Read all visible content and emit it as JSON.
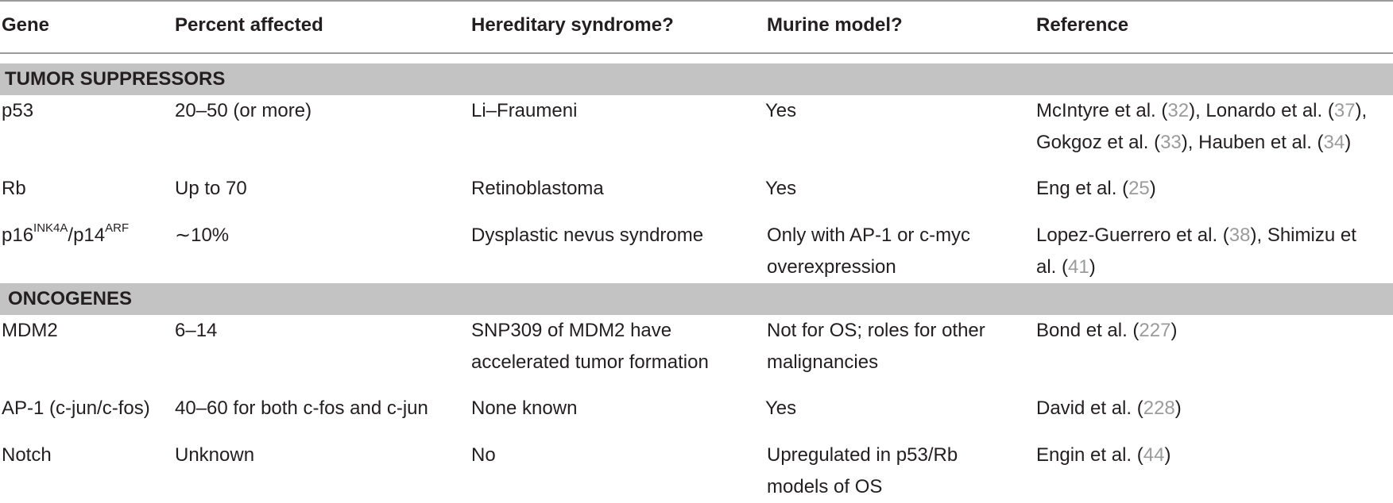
{
  "headers": {
    "gene": "Gene",
    "percent": "Percent affected",
    "hereditary": "Hereditary syndrome?",
    "murine": "Murine model?",
    "reference": "Reference"
  },
  "sections": [
    {
      "label": "TUMOR SUPPRESSORS",
      "rows": [
        {
          "gene": "p53",
          "percent": "20–50 (or more)",
          "hereditary": [
            "Li–Fraumeni"
          ],
          "murine": [
            "Yes"
          ],
          "reference": [
            [
              {
                "t": "McIntyre et al. ("
              },
              {
                "n": "32"
              },
              {
                "t": "), Lonardo et al. ("
              },
              {
                "n": "37"
              },
              {
                "t": "),"
              }
            ],
            [
              {
                "t": "Gokgoz et al. ("
              },
              {
                "n": "33"
              },
              {
                "t": "), Hauben et al. ("
              },
              {
                "n": "34"
              },
              {
                "t": ")"
              }
            ]
          ]
        },
        {
          "gene": "Rb",
          "percent": "Up to 70",
          "hereditary": [
            "Retinoblastoma"
          ],
          "murine": [
            "Yes"
          ],
          "reference": [
            [
              {
                "t": "Eng et al. ("
              },
              {
                "n": "25"
              },
              {
                "t": ")"
              }
            ]
          ]
        },
        {
          "gene_parts": {
            "a": "p16",
            "a_sup": "INK4A",
            "b": "/p14",
            "b_sup": "ARF"
          },
          "percent": "∼10%",
          "hereditary": [
            "Dysplastic nevus syndrome"
          ],
          "murine": [
            "Only with AP-1 or c-myc",
            "overexpression"
          ],
          "reference": [
            [
              {
                "t": "Lopez-Guerrero et al. ("
              },
              {
                "n": "38"
              },
              {
                "t": "), Shimizu et"
              }
            ],
            [
              {
                "t": "al. ("
              },
              {
                "n": "41"
              },
              {
                "t": ")"
              }
            ]
          ]
        }
      ]
    },
    {
      "label": "ONCOGENES",
      "rows": [
        {
          "gene": "MDM2",
          "percent": "6–14",
          "hereditary": [
            "SNP309 of MDM2 have",
            "accelerated tumor formation"
          ],
          "murine": [
            "Not for OS; roles for other",
            "malignancies"
          ],
          "reference": [
            [
              {
                "t": "Bond et al. ("
              },
              {
                "n": "227"
              },
              {
                "t": ")"
              }
            ]
          ]
        },
        {
          "gene": "AP-1 (c-jun/c-fos)",
          "percent": "40–60 for both c-fos and c-jun",
          "hereditary": [
            "None known"
          ],
          "murine": [
            "Yes"
          ],
          "reference": [
            [
              {
                "t": "David et al. ("
              },
              {
                "n": "228"
              },
              {
                "t": ")"
              }
            ]
          ]
        },
        {
          "gene": "Notch",
          "percent": "Unknown",
          "hereditary": [
            "No"
          ],
          "murine": [
            "Upregulated in p53/Rb",
            "models of OS"
          ],
          "reference": [
            [
              {
                "t": "Engin et al. ("
              },
              {
                "n": "44"
              },
              {
                "t": ")"
              }
            ]
          ]
        }
      ]
    }
  ]
}
